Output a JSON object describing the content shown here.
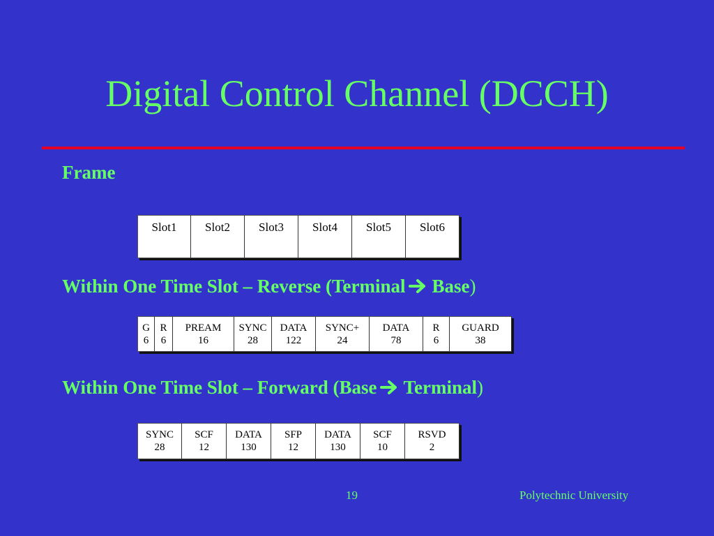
{
  "title": "Digital Control Channel (DCCH)",
  "colors": {
    "background": "#3333cc",
    "text": "#66ff66",
    "rule": "#e60026",
    "box": "#ffffff"
  },
  "frame": {
    "heading": "Frame",
    "slots": [
      "Slot1",
      "Slot2",
      "Slot3",
      "Slot4",
      "Slot5",
      "Slot6"
    ]
  },
  "reverse": {
    "heading_prefix": "Within One Time Slot – Reverse (",
    "from": "Terminal",
    "to": "Base",
    "heading_suffix": ")",
    "arrow_icon": "right-arrow-icon",
    "fields": [
      {
        "name": "G",
        "bits": "6"
      },
      {
        "name": "R",
        "bits": "6"
      },
      {
        "name": "PREAM",
        "bits": "16"
      },
      {
        "name": "SYNC",
        "bits": "28"
      },
      {
        "name": "DATA",
        "bits": "122"
      },
      {
        "name": "SYNC+",
        "bits": "24"
      },
      {
        "name": "DATA",
        "bits": "78"
      },
      {
        "name": "R",
        "bits": "6"
      },
      {
        "name": "GUARD",
        "bits": "38"
      }
    ]
  },
  "forward": {
    "heading_prefix": "Within One Time Slot – Forward (",
    "from": "Base",
    "to": "Terminal",
    "heading_suffix": ")",
    "arrow_icon": "right-arrow-icon",
    "fields": [
      {
        "name": "SYNC",
        "bits": "28"
      },
      {
        "name": "SCF",
        "bits": "12"
      },
      {
        "name": "DATA",
        "bits": "130"
      },
      {
        "name": "SFP",
        "bits": "12"
      },
      {
        "name": "DATA",
        "bits": "130"
      },
      {
        "name": "SCF",
        "bits": "10"
      },
      {
        "name": "RSVD",
        "bits": "2"
      }
    ]
  },
  "footer": {
    "page_number": "19",
    "institution": "Polytechnic University"
  }
}
